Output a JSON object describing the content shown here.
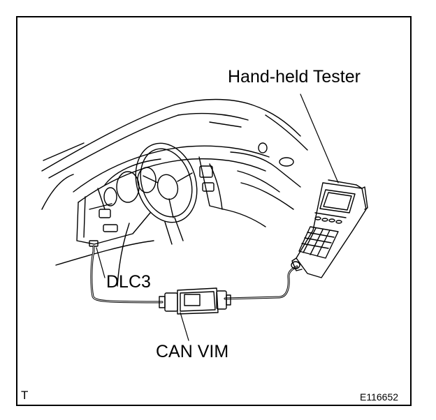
{
  "labels": {
    "tester": "Hand-held Tester",
    "dlc": "DLC3",
    "vim": "CAN VIM",
    "corner": "T",
    "figure_code": "E116652"
  },
  "colors": {
    "line": "#000000",
    "background": "#ffffff"
  }
}
